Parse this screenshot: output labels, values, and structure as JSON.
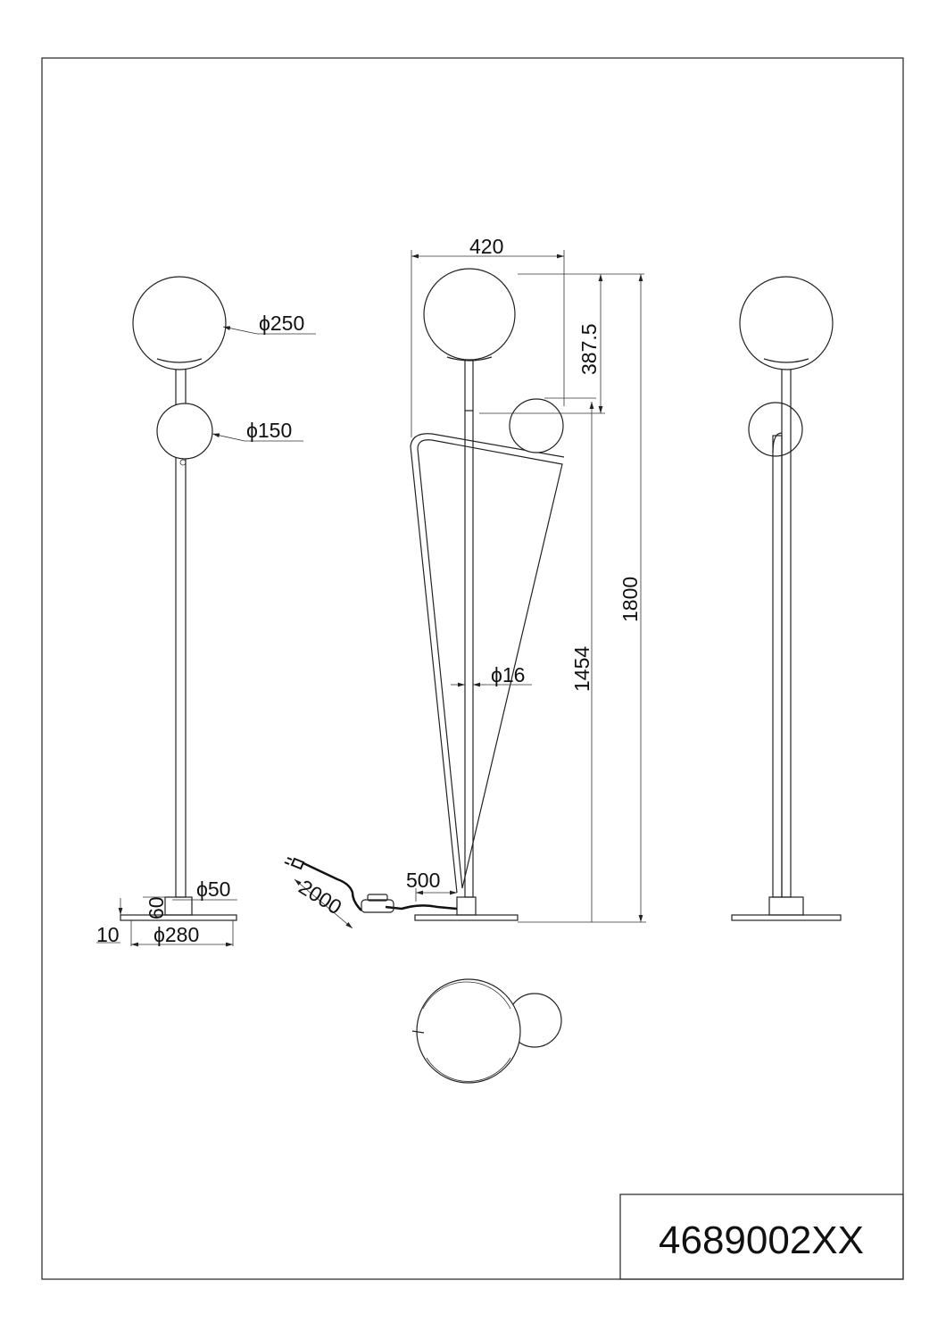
{
  "drawing": {
    "model_number": "4689002XX",
    "front_view": {
      "large_globe_diameter": "ϕ250",
      "small_globe_diameter": "ϕ150",
      "base_block_diameter": "ϕ50",
      "base_block_height": "60",
      "base_plate_thickness": "10",
      "base_plate_diameter": "ϕ280"
    },
    "side_view": {
      "overall_width": "420",
      "globe_offset": "387.5",
      "overall_height": "1800",
      "small_globe_height": "1454",
      "pole_diameter": "ϕ16",
      "switch_distance": "500",
      "cable_length": "2000"
    }
  }
}
